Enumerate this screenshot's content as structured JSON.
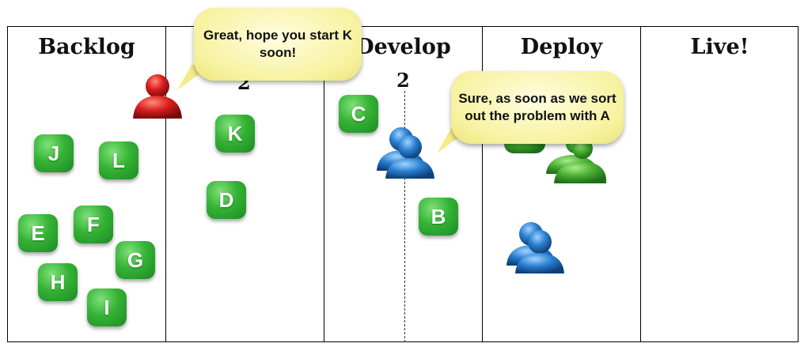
{
  "columns": [
    {
      "title": "Backlog"
    },
    {
      "title": ""
    },
    {
      "title": "Develop"
    },
    {
      "title": "Deploy"
    },
    {
      "title": "Live!"
    }
  ],
  "wip_limits": {
    "column_2": "2",
    "develop": "2"
  },
  "cards": {
    "J": "J",
    "L": "L",
    "E": "E",
    "F": "F",
    "G": "G",
    "H": "H",
    "I": "I",
    "K": "K",
    "D": "D",
    "C": "C",
    "B": "B"
  },
  "bubbles": {
    "red_person": "Great, hope you start K soon!",
    "blue_person": "Sure, as soon as we sort out the problem with A"
  },
  "colors": {
    "card_green": "#2fa836",
    "bubble_yellow": "#f7f2a0",
    "person_red": "#d81e1e",
    "person_blue": "#2a7fd0",
    "person_green": "#4cb233"
  }
}
